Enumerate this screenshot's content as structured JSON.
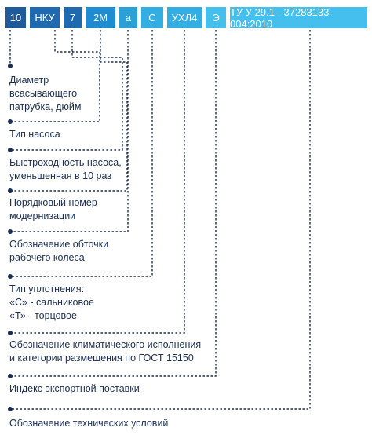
{
  "code_segments": [
    "10",
    "НКУ",
    "7",
    "2М",
    "а",
    "С",
    "УХЛ4",
    "Э",
    "ТУ У 29.1 - 37283133-004:2010"
  ],
  "segment_colors": [
    "#1e5a9c",
    "#1f6aaf",
    "#1f6aaf",
    "#1f8bd0",
    "#2a9fd8",
    "#33aee2",
    "#33aee2",
    "#44bfee",
    "#44bfee"
  ],
  "labels": [
    "Диаметр\nвсасывающего\nпатрубка, дюйм",
    "Тип насоса",
    "Быстроходность насоса,\nуменьшенная в 10 раз",
    "Порядковый номер\nмодернизации",
    "Обозначение обточки\nрабочего колеса",
    "Тип уплотнения:\n«С» - сальниковое\n«Т» - торцовое",
    "Обозначение климатического исполнения\nи категории размещения по ГОСТ 15150",
    "Индекс экспортной поставки",
    "Обозначение технических условий"
  ],
  "line_color": "#1b2f52"
}
